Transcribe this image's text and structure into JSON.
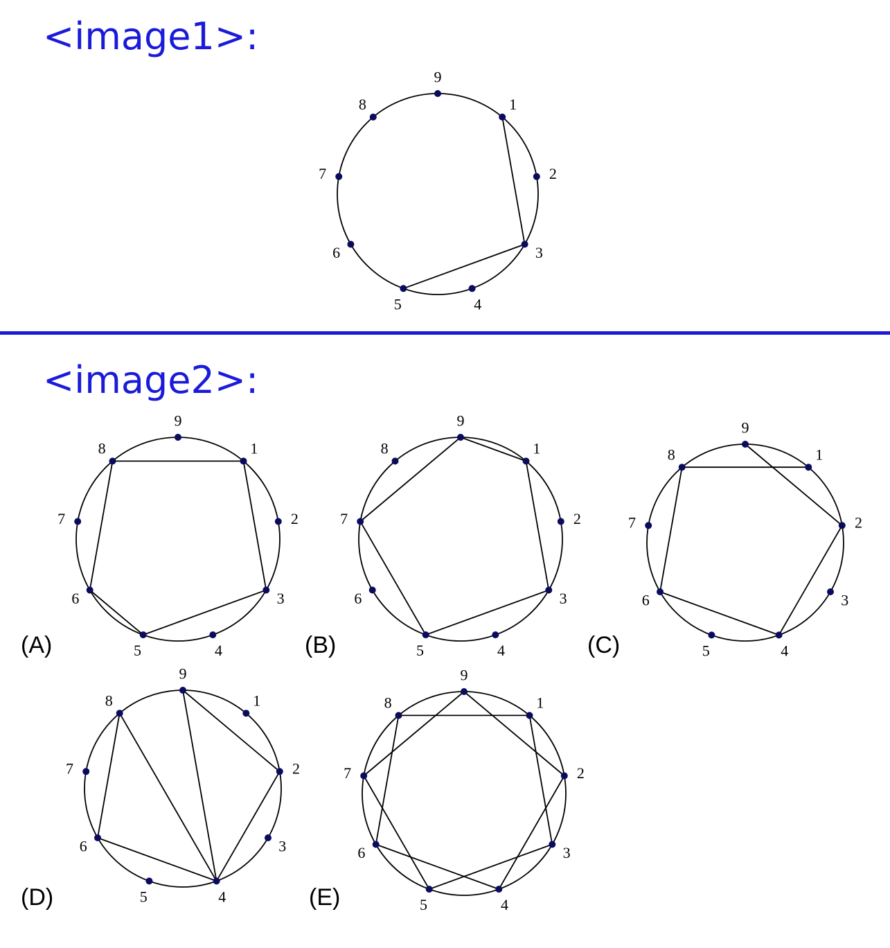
{
  "sections": [
    {
      "label": "<image1>:"
    },
    {
      "label": "<image2>:"
    }
  ],
  "colors": {
    "heading": "#1a1adb",
    "point": "#0b0b5e",
    "line": "#000000"
  },
  "point_labels": [
    "1",
    "2",
    "3",
    "4",
    "5",
    "6",
    "7",
    "8",
    "9"
  ],
  "figures": [
    {
      "id": "question",
      "option": "",
      "edges": [
        [
          1,
          3
        ],
        [
          3,
          5
        ]
      ]
    },
    {
      "id": "A",
      "option": "(A)",
      "edges": [
        [
          8,
          1
        ],
        [
          1,
          3
        ],
        [
          3,
          5
        ],
        [
          5,
          6
        ],
        [
          6,
          8
        ]
      ]
    },
    {
      "id": "B",
      "option": "(B)",
      "edges": [
        [
          9,
          1
        ],
        [
          1,
          3
        ],
        [
          3,
          5
        ],
        [
          5,
          7
        ],
        [
          7,
          9
        ]
      ]
    },
    {
      "id": "C",
      "option": "(C)",
      "edges": [
        [
          8,
          1
        ],
        [
          9,
          2
        ],
        [
          2,
          4
        ],
        [
          4,
          6
        ],
        [
          6,
          8
        ]
      ]
    },
    {
      "id": "D",
      "option": "(D)",
      "edges": [
        [
          9,
          2
        ],
        [
          2,
          4
        ],
        [
          4,
          6
        ],
        [
          6,
          8
        ],
        [
          8,
          4
        ],
        [
          9,
          4
        ]
      ]
    },
    {
      "id": "E",
      "option": "(E)",
      "edges": [
        [
          8,
          1
        ],
        [
          1,
          3
        ],
        [
          3,
          5
        ],
        [
          5,
          7
        ],
        [
          7,
          9
        ],
        [
          9,
          2
        ],
        [
          2,
          4
        ],
        [
          4,
          6
        ],
        [
          6,
          8
        ]
      ]
    }
  ]
}
